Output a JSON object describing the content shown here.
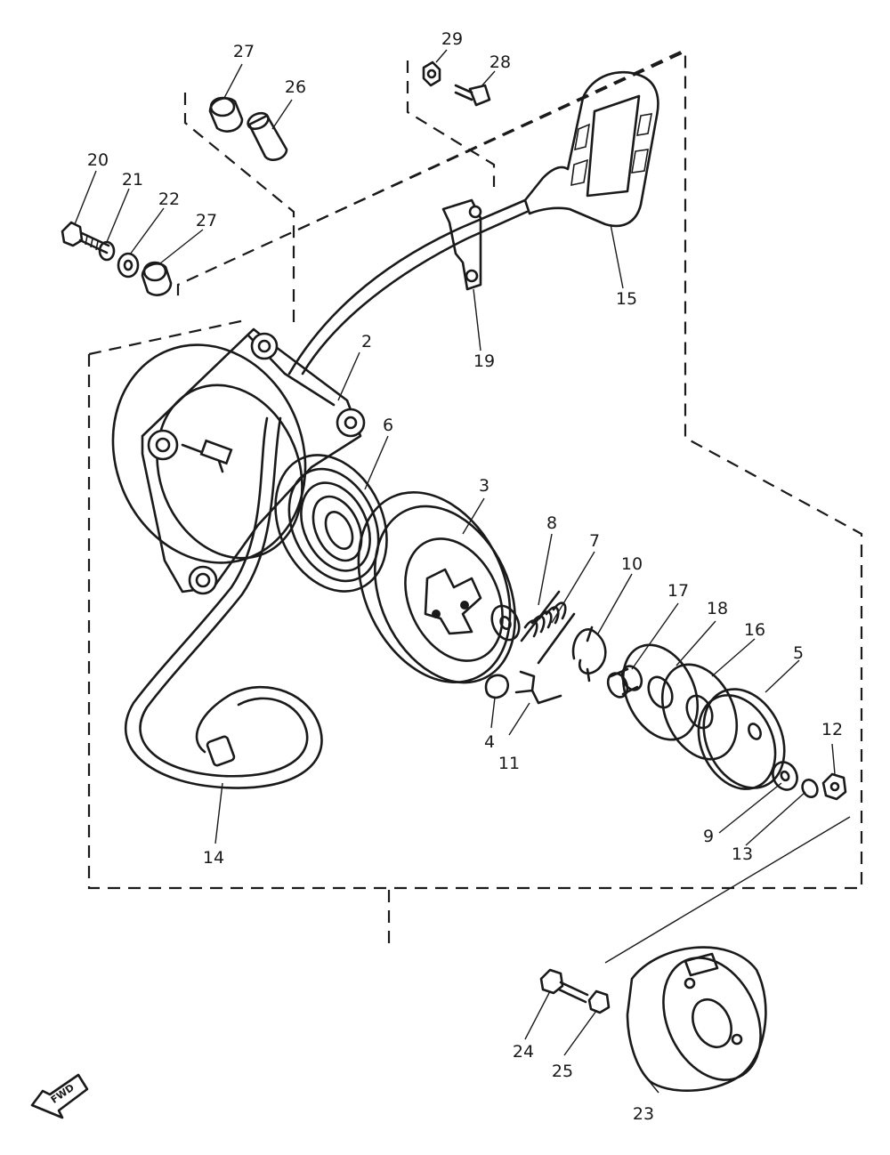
{
  "callouts": {
    "c2": "2",
    "c3": "3",
    "c4": "4",
    "c5": "5",
    "c6": "6",
    "c7": "7",
    "c8": "8",
    "c9": "9",
    "c10": "10",
    "c11": "11",
    "c12": "12",
    "c13": "13",
    "c14": "14",
    "c15": "15",
    "c16": "16",
    "c17": "17",
    "c18": "18",
    "c19": "19",
    "c20": "20",
    "c21": "21",
    "c22": "22",
    "c23": "23",
    "c24": "24",
    "c25": "25",
    "c26": "26",
    "c27a": "27",
    "c27b": "27",
    "c28": "28",
    "c29": "29"
  },
  "direction_badge": {
    "label": "FWD",
    "icon": "forward-arrow-icon"
  }
}
